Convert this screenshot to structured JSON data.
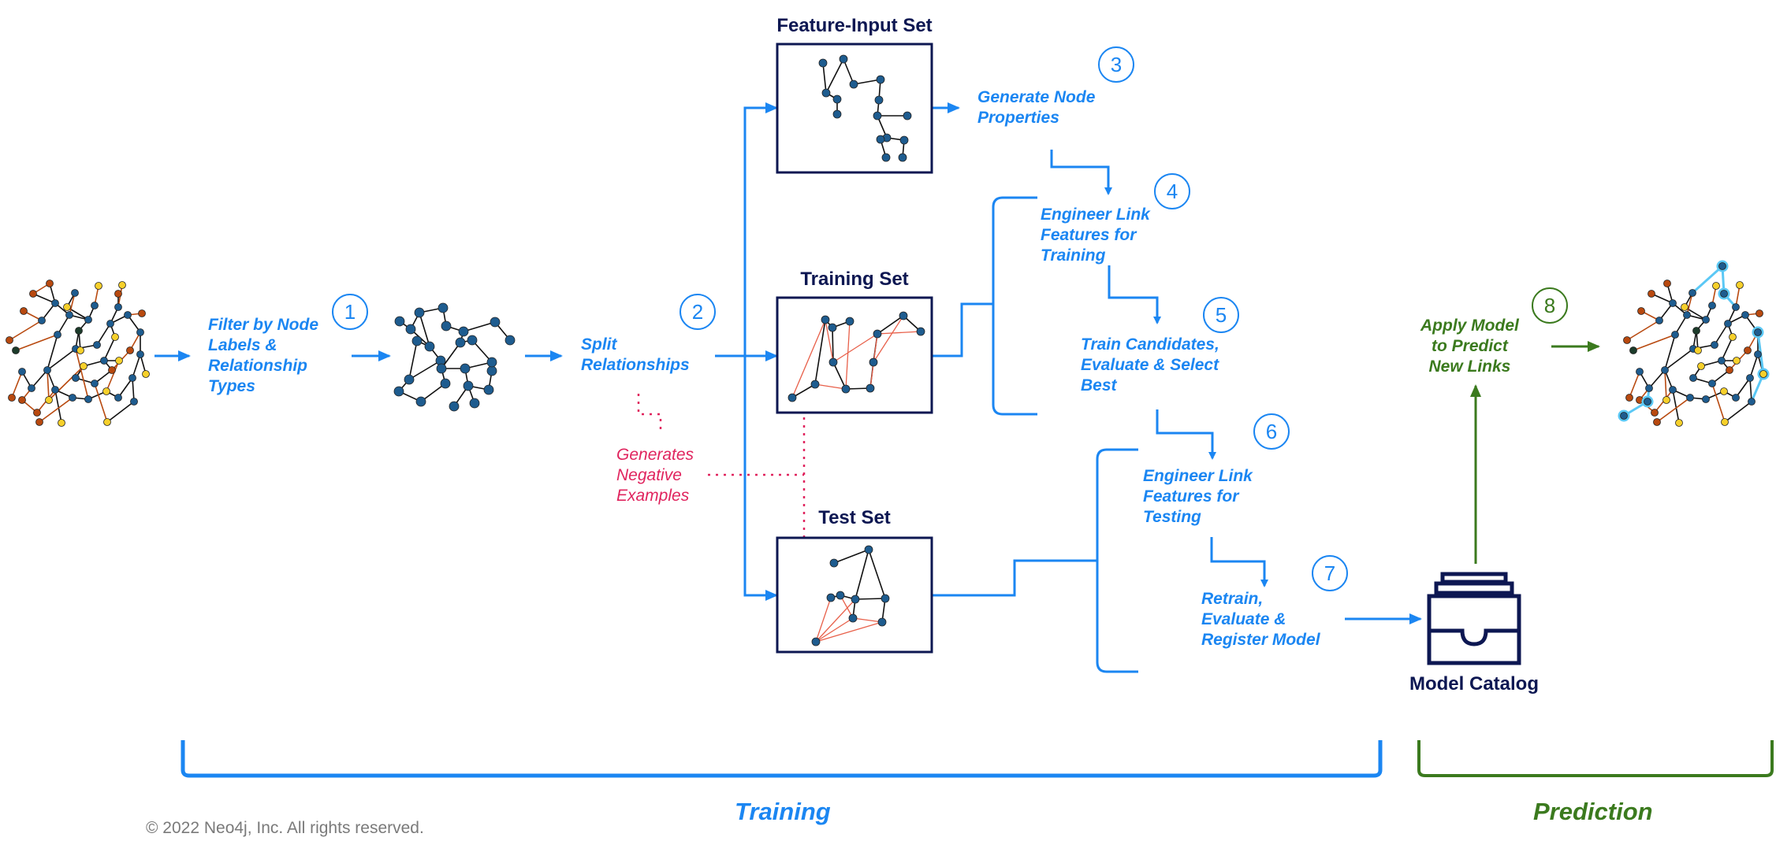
{
  "steps": {
    "filter": "Filter by Node\nLabels &\nRelationship\nTypes",
    "split": "Split\nRelationships",
    "negative": "Generates\nNegative\nExamples",
    "generate": "Generate Node\nProperties",
    "engineer_training": "Engineer Link\nFeatures for\nTraining",
    "train": "Train Candidates,\nEvaluate & Select\nBest",
    "engineer_testing": "Engineer Link\nFeatures for\nTesting",
    "retrain": "Retrain,\nEvaluate &\nRegister Model",
    "apply": "Apply Model\nto Predict\nNew Links"
  },
  "numbers": [
    "1",
    "2",
    "3",
    "4",
    "5",
    "6",
    "7",
    "8"
  ],
  "boxes": {
    "feature_input": "Feature-Input Set",
    "training": "Training Set",
    "test": "Test Set"
  },
  "catalog": "Model Catalog",
  "phases": {
    "training": "Training",
    "prediction": "Prediction"
  },
  "copyright": "© 2022 Neo4j, Inc. All rights reserved.",
  "colors": {
    "blue": "#1b86f2",
    "navy": "#0d1752",
    "green": "#3b7a1e",
    "red": "#e0245e",
    "edge_red": "#e8604a",
    "node": "#1e5c8f"
  }
}
